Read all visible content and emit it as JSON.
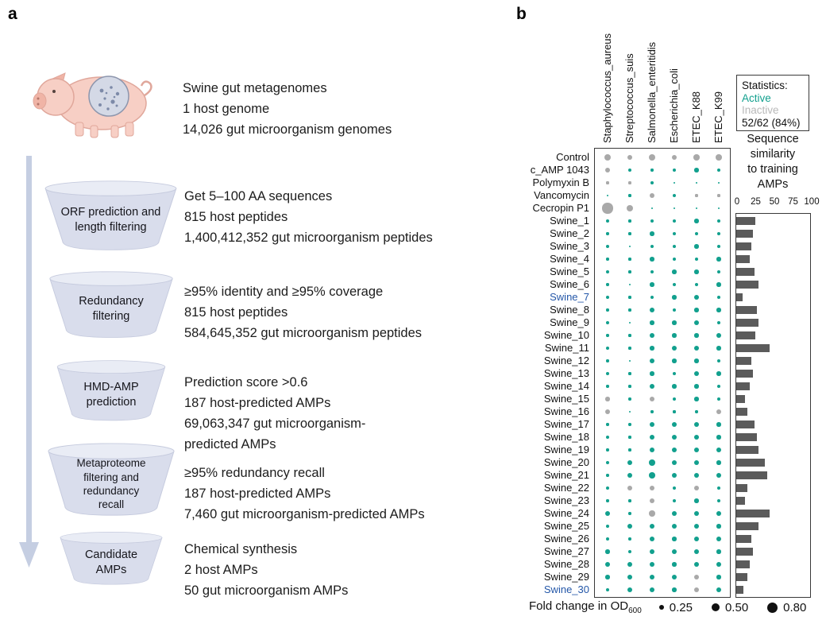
{
  "panel_a": {
    "label": "a",
    "intro": "Swine gut metagenomes\n1 host genome\n14,026 gut microorganism genomes",
    "steps": [
      {
        "funnel_label": "ORF prediction and\nlength filtering",
        "desc": "Get 5–100 AA sequences\n815 host peptides\n1,400,412,352 gut microorganism peptides"
      },
      {
        "funnel_label": "Redundancy\nfiltering",
        "desc": "≥95% identity and ≥95% coverage\n815 host peptides\n584,645,352 gut microorganism peptides"
      },
      {
        "funnel_label": "HMD-AMP\nprediction",
        "desc": "Prediction score >0.6\n187 host-predicted AMPs\n69,063,347 gut microorganism-\npredicted AMPs"
      },
      {
        "funnel_label": "Metaproteome\nfiltering and\nredundancy\nrecall",
        "desc": "≥95% redundancy recall\n187 host-predicted AMPs\n7,460 gut microorganism-predicted AMPs"
      },
      {
        "funnel_label": "Candidate\nAMPs",
        "desc": "Chemical synthesis\n2 host AMPs\n50 gut microorganism AMPs"
      }
    ]
  },
  "panel_b": {
    "label": "b",
    "stats": {
      "title": "Statistics:",
      "active": "Active",
      "inactive": "Inactive",
      "count": "52/62 (84%)"
    },
    "bar_title": "Sequence\nsimilarity\nto training\nAMPs",
    "fold_legend_label": "Fold change in OD",
    "fold_legend_sub": "600"
  },
  "chart_data": {
    "type": "bubble_matrix+bar",
    "title": "Antimicrobial activity (fold change in OD600) and sequence similarity to training AMPs",
    "colors": {
      "active": "#12a08e",
      "inactive": "#a9a9a9",
      "inactive_light": "#b9b9b9",
      "bar": "#5b5b5b",
      "highlight_label": "#2457a8",
      "legend_dot": "#111111"
    },
    "columns": [
      "Staphylococcus_aureus",
      "Streptococcus_suis",
      "Salmonella_enteritidis",
      "Escherichia_coli",
      "ETEC_K88",
      "ETEC_K99"
    ],
    "bar_axis_ticks": [
      0,
      25,
      50,
      75,
      100
    ],
    "bar_axis_range": [
      0,
      100
    ],
    "size_legend": [
      {
        "value": 0.25,
        "label": "0.25"
      },
      {
        "value": 0.5,
        "label": "0.50"
      },
      {
        "value": 0.8,
        "label": "0.80"
      }
    ],
    "rows": [
      {
        "name": "Control",
        "hl": false,
        "sim": null,
        "dots": [
          [
            0.45,
            0
          ],
          [
            0.35,
            0
          ],
          [
            0.45,
            0
          ],
          [
            0.35,
            0
          ],
          [
            0.4,
            0
          ],
          [
            0.4,
            0
          ]
        ]
      },
      {
        "name": "c_AMP 1043",
        "hl": false,
        "sim": null,
        "dots": [
          [
            0.3,
            0
          ],
          [
            0.2,
            1
          ],
          [
            0.1,
            1
          ],
          [
            0.2,
            1
          ],
          [
            0.25,
            1
          ],
          [
            0.2,
            1
          ]
        ]
      },
      {
        "name": "Polymyxin B",
        "hl": false,
        "sim": null,
        "dots": [
          [
            0.08,
            0
          ],
          [
            0.08,
            0
          ],
          [
            0.12,
            1
          ],
          [
            0.05,
            1
          ],
          [
            0.05,
            1
          ],
          [
            0.05,
            1
          ]
        ]
      },
      {
        "name": "Vancomycin",
        "hl": false,
        "sim": null,
        "dots": [
          [
            0.05,
            1
          ],
          [
            0.08,
            1
          ],
          [
            0.3,
            0
          ],
          [
            0.2,
            1
          ],
          [
            0.08,
            0
          ],
          [
            0.08,
            0
          ]
        ]
      },
      {
        "name": "Cecropin P1",
        "hl": false,
        "sim": null,
        "dots": [
          [
            0.8,
            0
          ],
          [
            0.45,
            0
          ],
          [
            0.05,
            1
          ],
          [
            0.05,
            1
          ],
          [
            0.05,
            1
          ],
          [
            0.05,
            1
          ]
        ]
      },
      {
        "name": "Swine_1",
        "hl": false,
        "sim": 25,
        "dots": [
          [
            0.15,
            1
          ],
          [
            0.08,
            1
          ],
          [
            0.2,
            1
          ],
          [
            0.15,
            1
          ],
          [
            0.25,
            1
          ],
          [
            0.15,
            1
          ]
        ]
      },
      {
        "name": "Swine_2",
        "hl": false,
        "sim": 22,
        "dots": [
          [
            0.1,
            1
          ],
          [
            0.08,
            1
          ],
          [
            0.25,
            1
          ],
          [
            0.2,
            1
          ],
          [
            0.2,
            1
          ],
          [
            0.2,
            1
          ]
        ]
      },
      {
        "name": "Swine_3",
        "hl": false,
        "sim": 20,
        "dots": [
          [
            0.15,
            1
          ],
          [
            0.05,
            1
          ],
          [
            0.2,
            1
          ],
          [
            0.15,
            1
          ],
          [
            0.25,
            1
          ],
          [
            0.2,
            1
          ]
        ]
      },
      {
        "name": "Swine_4",
        "hl": false,
        "sim": 18,
        "dots": [
          [
            0.1,
            1
          ],
          [
            0.08,
            1
          ],
          [
            0.25,
            1
          ],
          [
            0.2,
            1
          ],
          [
            0.2,
            1
          ],
          [
            0.25,
            1
          ]
        ]
      },
      {
        "name": "Swine_5",
        "hl": false,
        "sim": 24,
        "dots": [
          [
            0.15,
            1
          ],
          [
            0.08,
            1
          ],
          [
            0.2,
            1
          ],
          [
            0.25,
            1
          ],
          [
            0.25,
            1
          ],
          [
            0.2,
            1
          ]
        ]
      },
      {
        "name": "Swine_6",
        "hl": false,
        "sim": 30,
        "dots": [
          [
            0.1,
            1
          ],
          [
            0.05,
            1
          ],
          [
            0.25,
            1
          ],
          [
            0.2,
            1
          ],
          [
            0.2,
            1
          ],
          [
            0.25,
            1
          ]
        ]
      },
      {
        "name": "Swine_7",
        "hl": true,
        "sim": 8,
        "dots": [
          [
            0.15,
            1
          ],
          [
            0.08,
            1
          ],
          [
            0.2,
            1
          ],
          [
            0.25,
            1
          ],
          [
            0.3,
            1
          ],
          [
            0.2,
            1
          ]
        ]
      },
      {
        "name": "Swine_8",
        "hl": false,
        "sim": 28,
        "dots": [
          [
            0.1,
            1
          ],
          [
            0.08,
            1
          ],
          [
            0.3,
            1
          ],
          [
            0.2,
            1
          ],
          [
            0.25,
            1
          ],
          [
            0.25,
            1
          ]
        ]
      },
      {
        "name": "Swine_9",
        "hl": false,
        "sim": 30,
        "dots": [
          [
            0.15,
            1
          ],
          [
            0.05,
            1
          ],
          [
            0.25,
            1
          ],
          [
            0.25,
            1
          ],
          [
            0.3,
            1
          ],
          [
            0.2,
            1
          ]
        ]
      },
      {
        "name": "Swine_10",
        "hl": false,
        "sim": 26,
        "dots": [
          [
            0.1,
            1
          ],
          [
            0.08,
            1
          ],
          [
            0.3,
            1
          ],
          [
            0.25,
            1
          ],
          [
            0.25,
            1
          ],
          [
            0.3,
            1
          ]
        ]
      },
      {
        "name": "Swine_11",
        "hl": false,
        "sim": 45,
        "dots": [
          [
            0.15,
            1
          ],
          [
            0.08,
            1
          ],
          [
            0.25,
            1
          ],
          [
            0.3,
            1
          ],
          [
            0.3,
            1
          ],
          [
            0.25,
            1
          ]
        ]
      },
      {
        "name": "Swine_12",
        "hl": false,
        "sim": 20,
        "dots": [
          [
            0.1,
            1
          ],
          [
            0.05,
            1
          ],
          [
            0.3,
            1
          ],
          [
            0.25,
            1
          ],
          [
            0.25,
            1
          ],
          [
            0.2,
            1
          ]
        ]
      },
      {
        "name": "Swine_13",
        "hl": false,
        "sim": 22,
        "dots": [
          [
            0.15,
            1
          ],
          [
            0.08,
            1
          ],
          [
            0.25,
            1
          ],
          [
            0.2,
            1
          ],
          [
            0.3,
            1
          ],
          [
            0.25,
            1
          ]
        ]
      },
      {
        "name": "Swine_14",
        "hl": false,
        "sim": 18,
        "dots": [
          [
            0.1,
            1
          ],
          [
            0.08,
            1
          ],
          [
            0.3,
            1
          ],
          [
            0.25,
            1
          ],
          [
            0.25,
            1
          ],
          [
            0.2,
            1
          ]
        ]
      },
      {
        "name": "Swine_15",
        "hl": false,
        "sim": 12,
        "dots": [
          [
            0.25,
            0
          ],
          [
            0.1,
            1
          ],
          [
            0.3,
            0
          ],
          [
            0.2,
            1
          ],
          [
            0.25,
            1
          ],
          [
            0.2,
            1
          ]
        ]
      },
      {
        "name": "Swine_16",
        "hl": false,
        "sim": 15,
        "dots": [
          [
            0.35,
            0
          ],
          [
            0.05,
            1
          ],
          [
            0.1,
            1
          ],
          [
            0.08,
            1
          ],
          [
            0.1,
            1
          ],
          [
            0.35,
            0
          ]
        ]
      },
      {
        "name": "Swine_17",
        "hl": false,
        "sim": 24,
        "dots": [
          [
            0.1,
            1
          ],
          [
            0.1,
            1
          ],
          [
            0.35,
            1
          ],
          [
            0.3,
            1
          ],
          [
            0.3,
            1
          ],
          [
            0.25,
            1
          ]
        ]
      },
      {
        "name": "Swine_18",
        "hl": false,
        "sim": 28,
        "dots": [
          [
            0.15,
            1
          ],
          [
            0.08,
            1
          ],
          [
            0.3,
            1
          ],
          [
            0.35,
            1
          ],
          [
            0.3,
            1
          ],
          [
            0.25,
            1
          ]
        ]
      },
      {
        "name": "Swine_19",
        "hl": false,
        "sim": 30,
        "dots": [
          [
            0.1,
            1
          ],
          [
            0.08,
            1
          ],
          [
            0.35,
            1
          ],
          [
            0.3,
            1
          ],
          [
            0.35,
            1
          ],
          [
            0.3,
            1
          ]
        ]
      },
      {
        "name": "Swine_20",
        "hl": false,
        "sim": 38,
        "dots": [
          [
            0.15,
            1
          ],
          [
            0.3,
            1
          ],
          [
            0.4,
            1
          ],
          [
            0.35,
            1
          ],
          [
            0.3,
            1
          ],
          [
            0.25,
            1
          ]
        ]
      },
      {
        "name": "Swine_21",
        "hl": false,
        "sim": 42,
        "dots": [
          [
            0.1,
            1
          ],
          [
            0.35,
            1
          ],
          [
            0.4,
            1
          ],
          [
            0.35,
            1
          ],
          [
            0.35,
            1
          ],
          [
            0.3,
            1
          ]
        ]
      },
      {
        "name": "Swine_22",
        "hl": false,
        "sim": 15,
        "dots": [
          [
            0.15,
            1
          ],
          [
            0.3,
            0
          ],
          [
            0.35,
            0
          ],
          [
            0.2,
            1
          ],
          [
            0.3,
            0
          ],
          [
            0.2,
            1
          ]
        ]
      },
      {
        "name": "Swine_23",
        "hl": false,
        "sim": 12,
        "dots": [
          [
            0.1,
            1
          ],
          [
            0.08,
            1
          ],
          [
            0.35,
            0
          ],
          [
            0.2,
            1
          ],
          [
            0.25,
            1
          ],
          [
            0.2,
            1
          ]
        ]
      },
      {
        "name": "Swine_24",
        "hl": false,
        "sim": 45,
        "dots": [
          [
            0.35,
            1
          ],
          [
            0.1,
            1
          ],
          [
            0.4,
            0
          ],
          [
            0.3,
            1
          ],
          [
            0.3,
            1
          ],
          [
            0.35,
            1
          ]
        ]
      },
      {
        "name": "Swine_25",
        "hl": false,
        "sim": 30,
        "dots": [
          [
            0.15,
            1
          ],
          [
            0.3,
            1
          ],
          [
            0.35,
            1
          ],
          [
            0.3,
            1
          ],
          [
            0.3,
            1
          ],
          [
            0.25,
            1
          ]
        ]
      },
      {
        "name": "Swine_26",
        "hl": false,
        "sim": 20,
        "dots": [
          [
            0.2,
            1
          ],
          [
            0.1,
            1
          ],
          [
            0.3,
            1
          ],
          [
            0.25,
            1
          ],
          [
            0.35,
            1
          ],
          [
            0.3,
            1
          ]
        ]
      },
      {
        "name": "Swine_27",
        "hl": false,
        "sim": 22,
        "dots": [
          [
            0.25,
            1
          ],
          [
            0.15,
            1
          ],
          [
            0.35,
            1
          ],
          [
            0.3,
            1
          ],
          [
            0.3,
            1
          ],
          [
            0.25,
            1
          ]
        ]
      },
      {
        "name": "Swine_28",
        "hl": false,
        "sim": 18,
        "dots": [
          [
            0.3,
            1
          ],
          [
            0.35,
            1
          ],
          [
            0.3,
            1
          ],
          [
            0.25,
            1
          ],
          [
            0.35,
            1
          ],
          [
            0.3,
            1
          ]
        ]
      },
      {
        "name": "Swine_29",
        "hl": false,
        "sim": 15,
        "dots": [
          [
            0.25,
            1
          ],
          [
            0.3,
            1
          ],
          [
            0.35,
            1
          ],
          [
            0.3,
            1
          ],
          [
            0.3,
            0
          ],
          [
            0.25,
            1
          ]
        ]
      },
      {
        "name": "Swine_30",
        "hl": true,
        "sim": 10,
        "dots": [
          [
            0.2,
            1
          ],
          [
            0.35,
            1
          ],
          [
            0.3,
            1
          ],
          [
            0.25,
            1
          ],
          [
            0.35,
            0
          ],
          [
            0.3,
            1
          ]
        ]
      }
    ]
  }
}
